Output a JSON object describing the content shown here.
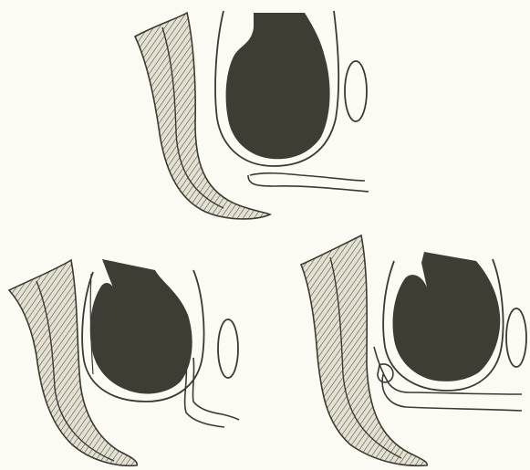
{
  "figure": {
    "panels": [
      {
        "id": "top",
        "structures": [
          "hatched-curved-band",
          "dark-mass",
          "enclosing-outline",
          "small-oval",
          "lower-tube"
        ]
      },
      {
        "id": "bottom-left",
        "structures": [
          "hatched-curved-band",
          "dark-mass",
          "enclosing-outline",
          "small-oval",
          "lower-tube"
        ]
      },
      {
        "id": "bottom-right",
        "structures": [
          "hatched-curved-band",
          "dark-mass",
          "enclosing-outline",
          "small-oval",
          "lower-tube"
        ]
      }
    ],
    "colors": {
      "background": "#fbfbf4",
      "ink": "#3a3a33",
      "mass": "#3e3c33",
      "hatch_fill": "#d7d4c5"
    }
  }
}
